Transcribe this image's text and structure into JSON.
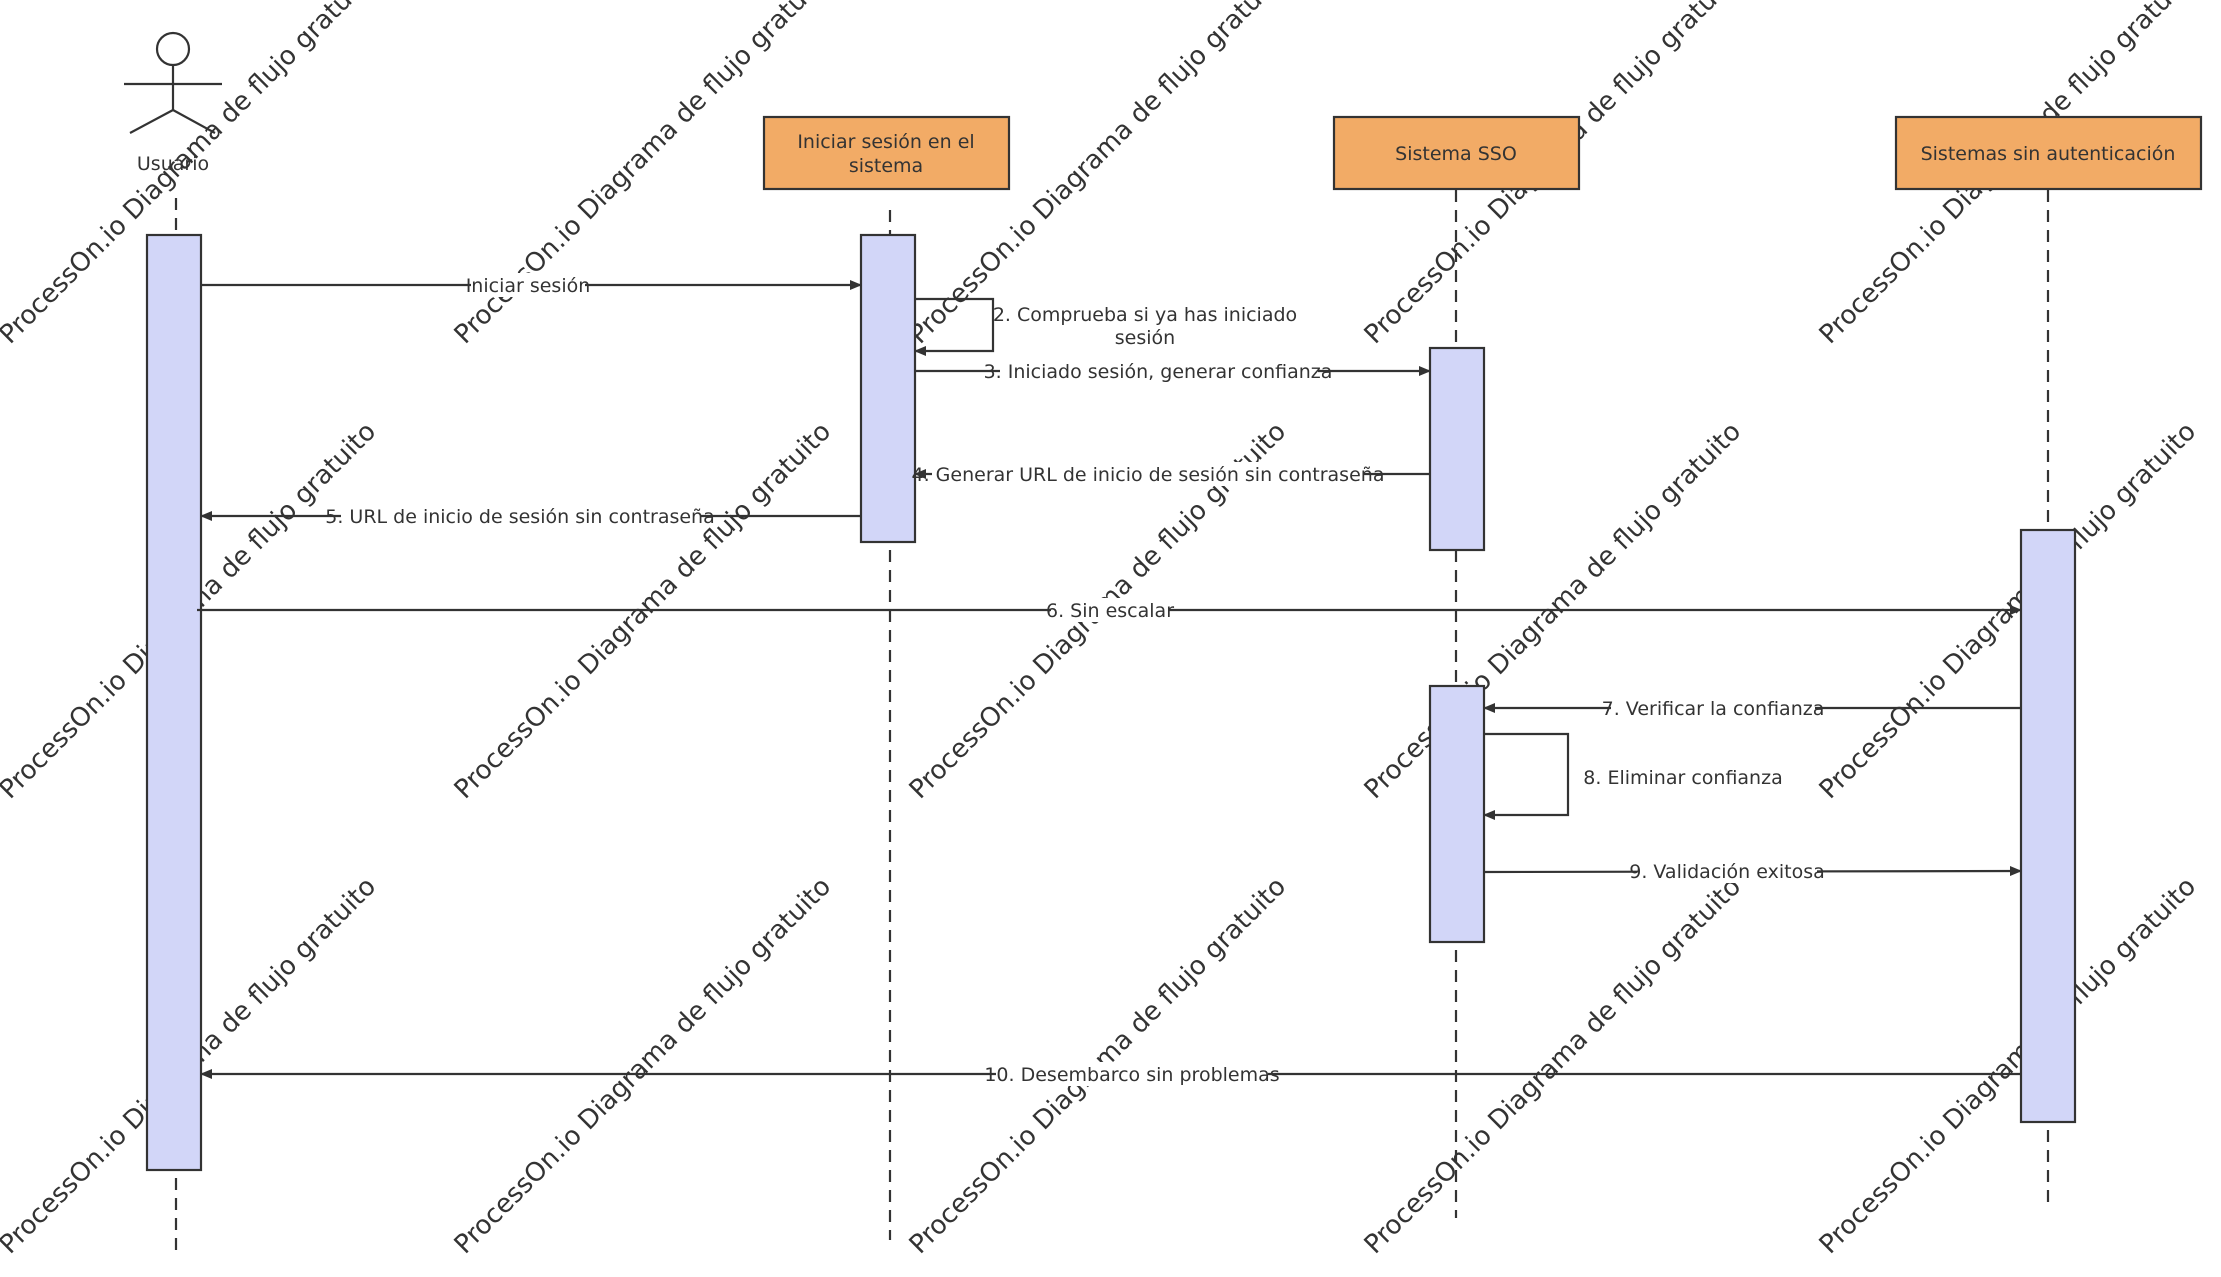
{
  "colors": {
    "header_fill": "#F2AB66",
    "activation_fill": "#D2D6F8",
    "line": "#333333",
    "watermark": "#CFCFCF"
  },
  "participants": [
    {
      "id": "user",
      "type": "actor",
      "label": "Usuario"
    },
    {
      "id": "login",
      "type": "box",
      "label_lines": [
        "Iniciar sesión en el",
        "sistema"
      ]
    },
    {
      "id": "sso",
      "type": "box",
      "label_lines": [
        "Sistema SSO"
      ]
    },
    {
      "id": "noauth",
      "type": "box",
      "label_lines": [
        "Sistemas sin autenticación"
      ]
    }
  ],
  "messages": [
    {
      "id": "m1",
      "from": "user",
      "to": "login",
      "label_lines": [
        "Iniciar sesión"
      ]
    },
    {
      "id": "m2",
      "from": "login",
      "to": "login",
      "self": true,
      "label_lines": [
        "2. Comprueba si ya has iniciado",
        "sesión"
      ]
    },
    {
      "id": "m3",
      "from": "login",
      "to": "sso",
      "label_lines": [
        "3. Iniciado sesión, generar confianza"
      ]
    },
    {
      "id": "m4",
      "from": "sso",
      "to": "login",
      "label_lines": [
        "4. Generar URL de inicio de sesión sin contraseña"
      ]
    },
    {
      "id": "m5",
      "from": "login",
      "to": "user",
      "label_lines": [
        "5. URL de inicio de sesión sin contraseña"
      ]
    },
    {
      "id": "m6",
      "from": "user",
      "to": "noauth",
      "label_lines": [
        "6. Sin escalar"
      ]
    },
    {
      "id": "m7",
      "from": "noauth",
      "to": "sso",
      "label_lines": [
        "7. Verificar la confianza"
      ]
    },
    {
      "id": "m8",
      "from": "sso",
      "to": "sso",
      "self": true,
      "label_lines": [
        "8. Eliminar confianza"
      ]
    },
    {
      "id": "m9",
      "from": "sso",
      "to": "noauth",
      "label_lines": [
        "9. Validación exitosa"
      ]
    },
    {
      "id": "m10",
      "from": "noauth",
      "to": "user",
      "label_lines": [
        "10. Desembarco sin problemas"
      ]
    }
  ],
  "watermark": "ProcessOn.io Diagrama de flujo gratuito"
}
